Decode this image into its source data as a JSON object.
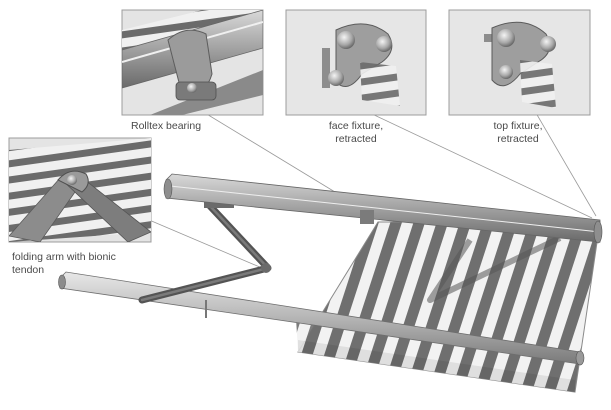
{
  "diagram": {
    "title": "",
    "callouts": [
      {
        "id": "rolltex-bearing",
        "lines": [
          "Rolltex bearing"
        ]
      },
      {
        "id": "face-fixture",
        "lines": [
          "face fixture,",
          "retracted"
        ]
      },
      {
        "id": "top-fixture",
        "lines": [
          "top fixture,",
          "retracted"
        ]
      },
      {
        "id": "folding-arm",
        "lines": [
          "folding arm with bionic",
          "tendon"
        ]
      }
    ]
  },
  "colors": {
    "background": "#ffffff",
    "detail_panel": "#e6e6e6",
    "stripe_dark": "#6f6f6f",
    "stripe_light": "#f2f2f2",
    "metal": "#a9a9a9",
    "metal_dark": "#5e5e5e",
    "leader_line": "#9a9a9a",
    "caption_text": "#4a4a4a"
  }
}
